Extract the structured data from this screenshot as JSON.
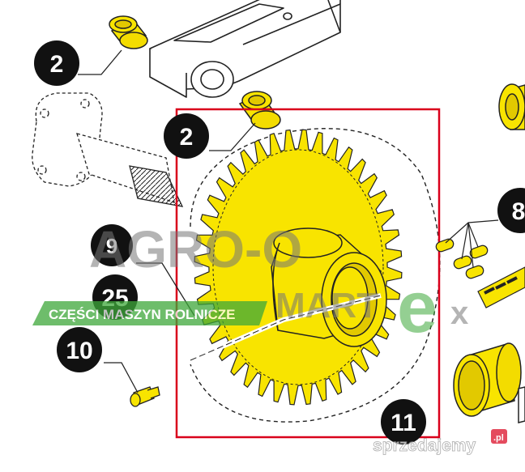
{
  "callouts": [
    {
      "id": "c2a",
      "label": "2"
    },
    {
      "id": "c2b",
      "label": "2"
    },
    {
      "id": "c8",
      "label": "8"
    },
    {
      "id": "c9",
      "label": "9"
    },
    {
      "id": "c25",
      "label": "25"
    },
    {
      "id": "c10",
      "label": "10"
    },
    {
      "id": "c11",
      "label": "11"
    }
  ],
  "watermark": {
    "brand_top": "AGRO-O",
    "brand_bottom": "MART",
    "brand_e": "e",
    "brand_x": "x",
    "tagline": "CZĘŚCI MASZYN ROLNICZE",
    "site": "sprzedajemy",
    "site_suffix": ".pl"
  },
  "colors": {
    "part_yellow": "#f8e400",
    "highlight_box": "#d9001b",
    "callout_fill": "#111111",
    "watermark_green": "#3ea83a"
  }
}
